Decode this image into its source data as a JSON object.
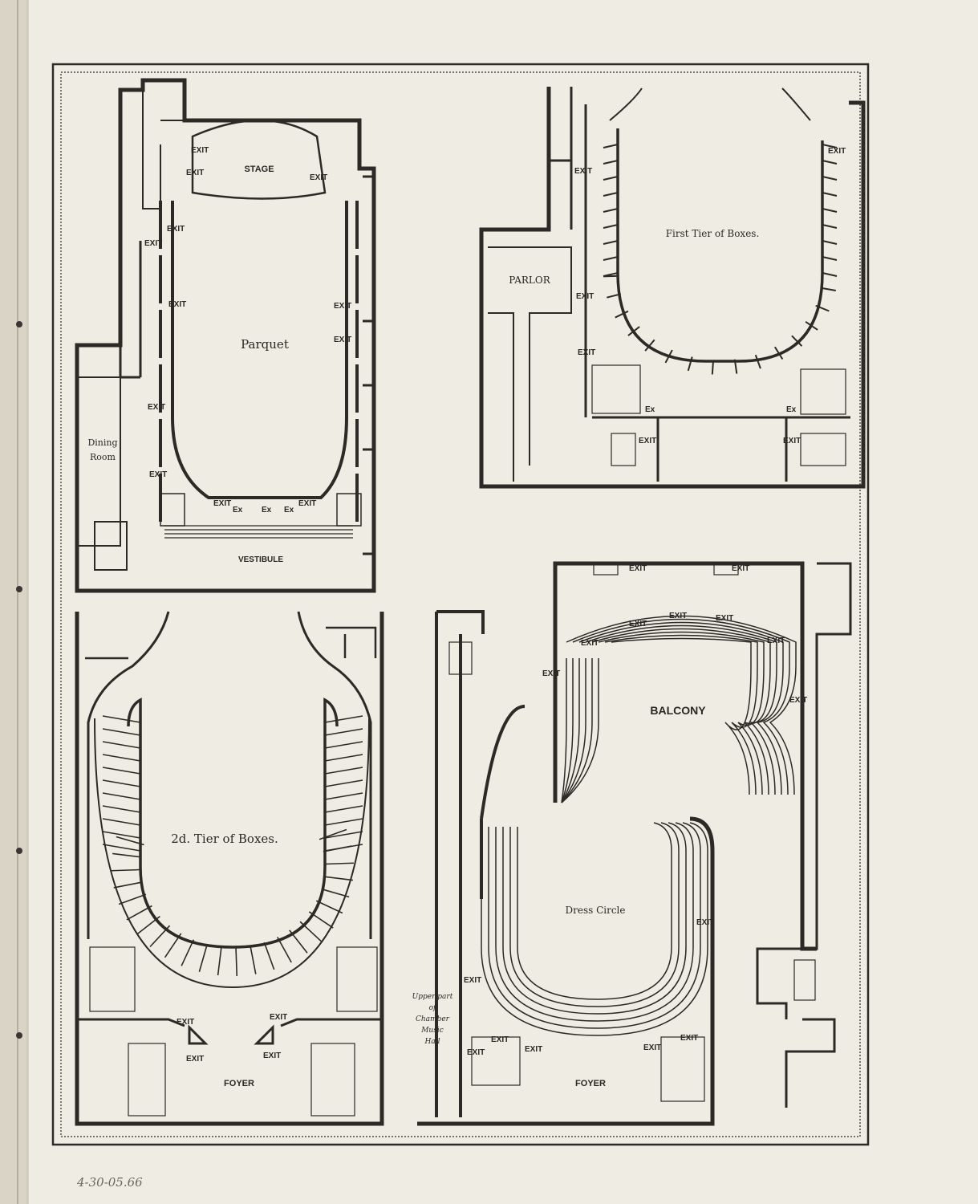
{
  "plans": {
    "parquet": {
      "title": "Parquet",
      "stage": "STAGE",
      "vestibule": "VESTIBULE",
      "dining_room": [
        "Dining",
        "Room"
      ],
      "exit": "EXIT",
      "ex": "Ex"
    },
    "first_tier": {
      "title": "First Tier of Boxes.",
      "parlor": "PARLOR",
      "exit": "EXIT",
      "ex": "Ex"
    },
    "second_tier": {
      "title": "2d. Tier of Boxes.",
      "foyer": "FOYER",
      "exit": "EXIT"
    },
    "balcony": {
      "title": "BALCONY",
      "dress_circle": "Dress Circle",
      "foyer": "FOYER",
      "exit": "EXIT",
      "chamber_note": [
        "Upper part",
        "of",
        "Chamber",
        "Music",
        "Hall"
      ]
    }
  },
  "handwritten_note": "4-30-05.66"
}
